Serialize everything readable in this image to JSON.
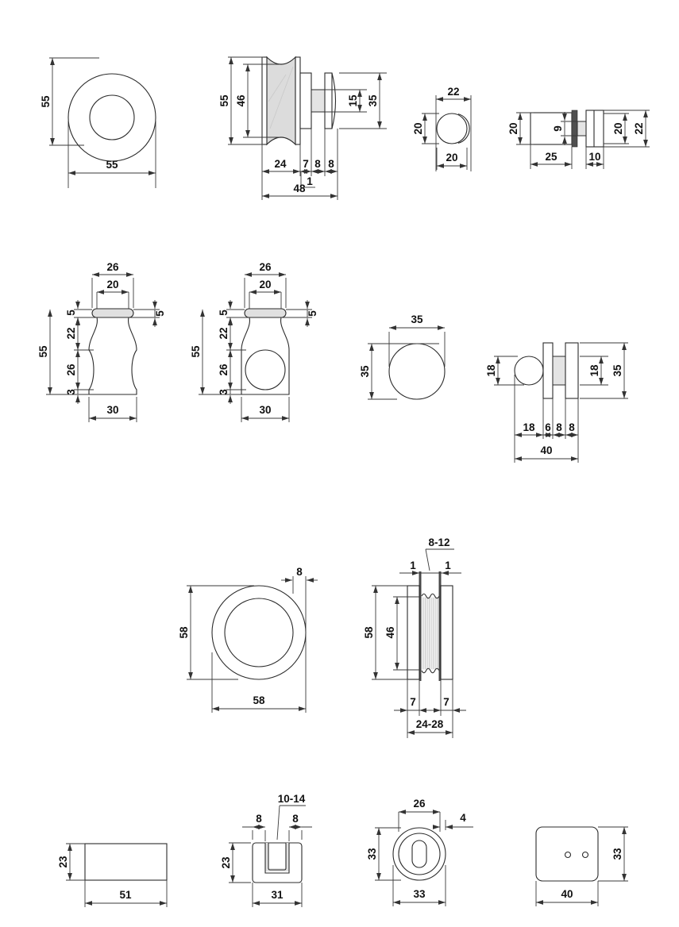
{
  "sheet": {
    "background": "#ffffff",
    "line_color": "#2b2b2b",
    "accent_fill": "#dcdcdc",
    "parts": {
      "p1": {
        "height": "55",
        "width": "55"
      },
      "p2": {
        "outer_dia": "55",
        "waist_dia": "46",
        "stem_dia": "15",
        "disc_dia": "35",
        "grip_len": "24",
        "flange_len": "7",
        "stem_len": "8",
        "disc_len": "8",
        "gap": "1",
        "total_len": "48"
      },
      "p3": {
        "outer_width": "22",
        "height": "20",
        "dia": "20"
      },
      "p4": {
        "body_dia": "20",
        "stem_dia": "9",
        "cap_inner": "20",
        "cap_dia": "22",
        "body_len": "25",
        "cap_len": "10"
      },
      "p5": {
        "cap_width": "26",
        "cap_top_width": "20",
        "cap_h_left": "5",
        "cap_h_right": "5",
        "total_height": "55",
        "neck_height": "22",
        "bulge_height": "26",
        "base_height": "3",
        "base_width": "30"
      },
      "p6": {
        "cap_width": "26",
        "cap_top_width": "20",
        "cap_h_left": "5",
        "cap_h_right": "5",
        "total_height": "55",
        "neck_height": "22",
        "bulge_height": "26",
        "base_height": "3",
        "base_width": "30"
      },
      "p7": {
        "width": "35",
        "height": "35"
      },
      "p8": {
        "ball_dia": "18",
        "stem_dia": "18",
        "disc_dia": "35",
        "ball_len": "18",
        "glass_len": "6",
        "stem_len": "8",
        "disc_len": "8",
        "total_len": "40"
      },
      "p9": {
        "rim_width": "8",
        "height": "58",
        "width": "58"
      },
      "p10": {
        "glass_range": "8-12",
        "gasket_left": "1",
        "gasket_right": "1",
        "dia": "58",
        "inner_dia": "46",
        "cap_left": "7",
        "cap_right": "7",
        "total_range": "24-28"
      },
      "p11": {
        "height": "23",
        "width": "51"
      },
      "p12": {
        "slot_range": "10-14",
        "wall_left": "8",
        "wall_right": "8",
        "height": "23",
        "width": "31"
      },
      "p13": {
        "inner_dia": "26",
        "rim": "4",
        "height": "33",
        "width": "33"
      },
      "p14": {
        "height": "33",
        "width": "40"
      }
    }
  }
}
